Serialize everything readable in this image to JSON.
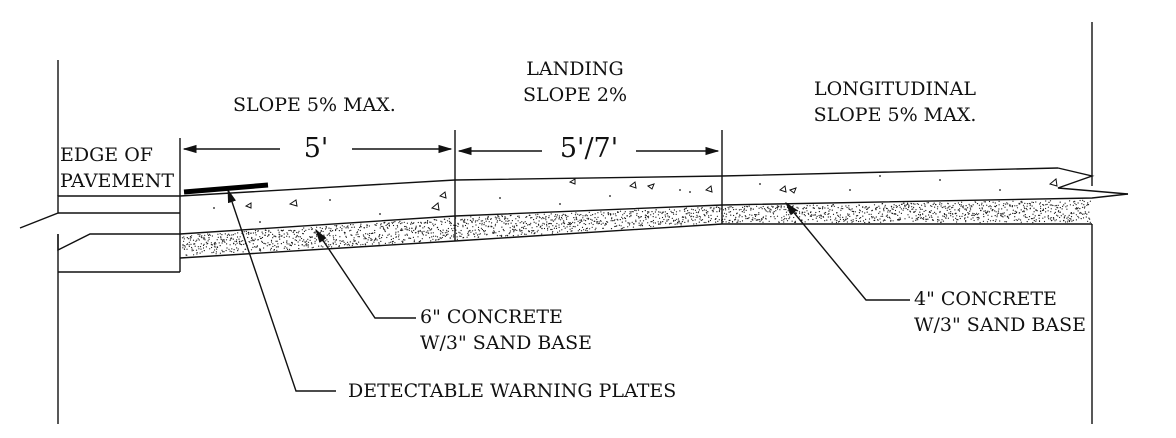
{
  "labels": {
    "edge_of_pavement_line1": "EDGE OF",
    "edge_of_pavement_line2": "PAVEMENT",
    "slope_5_max": "SLOPE 5% MAX.",
    "landing_line1": "LANDING",
    "landing_line2": "SLOPE 2%",
    "longitudinal_line1": "LONGITUDINAL",
    "longitudinal_line2": "SLOPE 5% MAX.",
    "dim_ramp": "5'",
    "dim_landing": "5'/7'",
    "concrete_6_line1": "6\" CONCRETE",
    "concrete_6_line2": "W/3\" SAND BASE",
    "concrete_4_line1": "4\" CONCRETE",
    "concrete_4_line2": "W/3\" SAND BASE",
    "warning_plates": "DETECTABLE WARNING PLATES"
  },
  "colors": {
    "line": "#111111",
    "warning_plate": "#000000"
  }
}
